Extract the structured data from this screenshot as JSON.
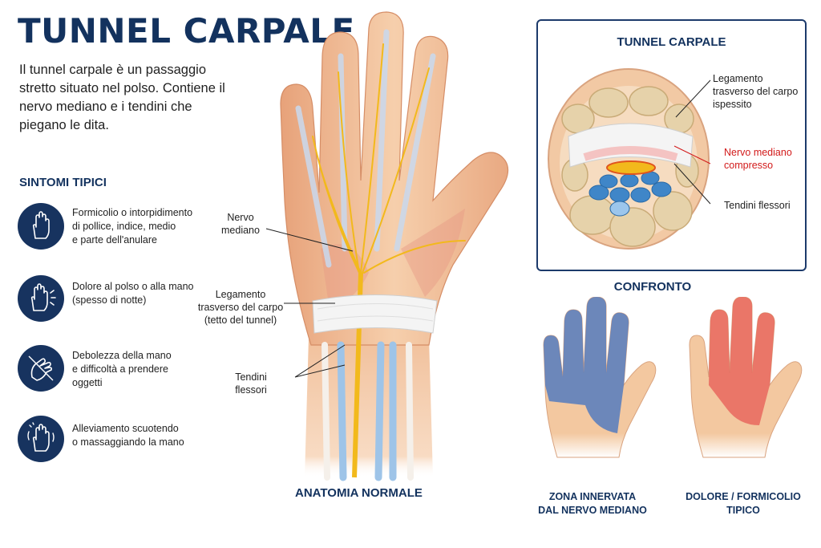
{
  "header": {
    "title": "TUNNEL CARPALE",
    "intro": "Il tunnel carpale è un passaggio stretto situato nel polso. Contiene il nervo mediano e i tendini che piegano le dita."
  },
  "symptoms": {
    "title": "SINTOMI TIPICI",
    "items": [
      {
        "icon": "tingling-hand-icon",
        "line1": "Formicolio o intorpidimento",
        "line2": "di pollice, indice, medio",
        "line3": "e parte dell'anulare"
      },
      {
        "icon": "painful-hand-icon",
        "line1": "Dolore al polso o alla mano",
        "line2": "(spesso di notte)",
        "line3": ""
      },
      {
        "icon": "weak-grip-icon",
        "line1": "Debolezza della mano",
        "line2": "e difficoltà a prendere",
        "line3": "oggetti"
      },
      {
        "icon": "shaking-hand-icon",
        "line1": "Alleviamento scuotendo",
        "line2": "o massaggiando la mano",
        "line3": ""
      }
    ]
  },
  "anatomy": {
    "nerve_line1": "Nervo",
    "nerve_line2": "mediano",
    "ligament_line1": "Legamento",
    "ligament_line2": "trasverso del carpo",
    "ligament_line3": "(tetto del tunnel)",
    "tendons_line1": "Tendini",
    "tendons_line2": "flessori",
    "caption": "ANATOMIA NORMALE"
  },
  "cross_section": {
    "title": "TUNNEL CARPALE",
    "ligament_line1": "Legamento",
    "ligament_line2": "trasverso del carpo",
    "ligament_line3": "ispessito",
    "nerve_line1": "Nervo mediano",
    "nerve_line2": "compresso",
    "tendons": "Tendini flessori"
  },
  "comparison": {
    "title": "CONFRONTO",
    "left_line1": "ZONA INNERVATA",
    "left_line2": "DAL NERVO MEDIANO",
    "right_line1": "DOLORE / FORMICOLIO",
    "right_line2": "TIPICO"
  },
  "colors": {
    "navy": "#13325e",
    "nerve_yellow": "#f2b91c",
    "tendon_blue": "#4f8fcf",
    "median_zone_blue": "#5d7fbd",
    "pain_red": "#e8675e",
    "skin": "#f3c8a0",
    "compressed_red": "#d21a1a"
  }
}
